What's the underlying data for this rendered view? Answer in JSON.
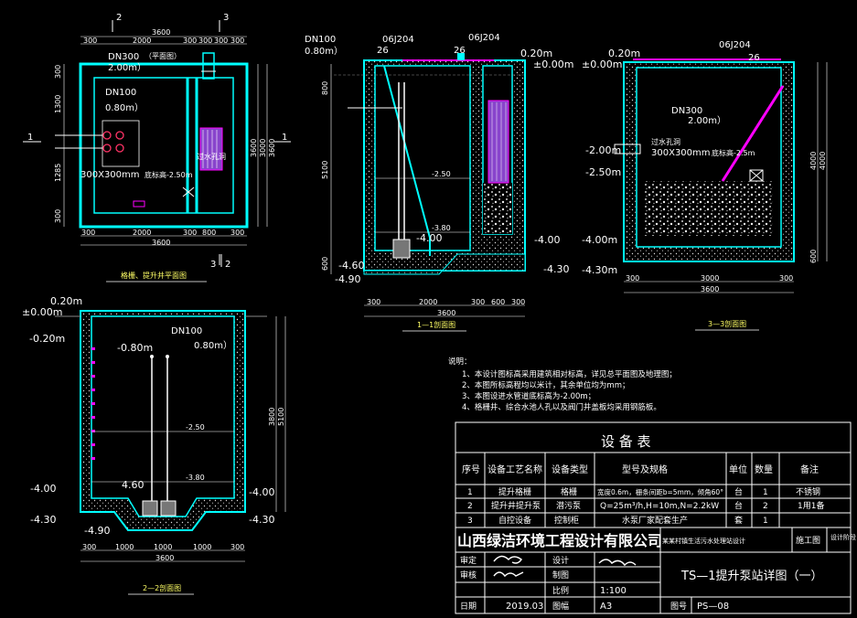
{
  "plan": {
    "title": "格栅、提升井平面图",
    "dims_top": [
      "300",
      "2000",
      "300",
      "300",
      "300",
      "300",
      "3600"
    ],
    "dims_bottom": [
      "300",
      "2000",
      "300",
      "800",
      "300",
      "3600"
    ],
    "dims_left": [
      "300",
      "1300",
      "1285",
      "300"
    ],
    "dims_right": [
      "3600",
      "3000",
      "3600"
    ],
    "pipe_label": "DN300",
    "pipe_note": "（平面图）",
    "pipe_level": "2.00m）",
    "outlet_label": "DN100",
    "outlet_level": "0.80m）",
    "opening": "300X300mm",
    "opening_level": "底标高-2.50m",
    "grille": "过水孔洞",
    "section_marks": [
      "1",
      "1",
      "2",
      "2",
      "3",
      "3"
    ]
  },
  "section11": {
    "title": "1—1剖面图",
    "pipe_label": "DN100",
    "pipe_level": "0.80m）",
    "ref_top": [
      "06J204",
      "06J204"
    ],
    "ref_num": [
      "26",
      "26"
    ],
    "level_top": "0.20m",
    "level_ground": "±0.00m",
    "level_mid": "-2.50",
    "level_low": "-3.80",
    "level_floor": "-4.00",
    "level_right_floor": "-4.00",
    "level_pit": "-4.60",
    "level_base": "-4.90",
    "level_base2": "-4.30",
    "dims_left": [
      "800",
      "5100",
      "600"
    ],
    "dims_bottom": [
      "300",
      "2000",
      "300",
      "600",
      "300",
      "3600"
    ]
  },
  "section33": {
    "title": "3—3剖面图",
    "ref_top": "06J204",
    "ref_num": "26",
    "level_top": "0.20m",
    "level_ground": "±0.00m",
    "level_pipe": "-2.00m",
    "level_opening": "-2.50m",
    "level_floor": "-4.00m",
    "level_base": "-4.30m",
    "pipe_label": "DN300",
    "pipe_level": "2.00m）",
    "opening": "300X300mm",
    "opening_level": "底标高-2.5m",
    "grille": "过水孔洞",
    "dims_right": [
      "4000",
      "600",
      "4000"
    ],
    "dims_bottom": [
      "300",
      "3000",
      "300",
      "3600"
    ]
  },
  "section22": {
    "title": "2—2剖面图",
    "level_top": "0.20m",
    "level_ground": "±0.00m",
    "level_ground2": "-0.20m",
    "level_pipe": "-0.80m",
    "outlet_label": "DN100",
    "outlet_level": "0.80m）",
    "level_mid": "-2.50",
    "level_low": "-3.80",
    "level_pit": "4.60",
    "level_floor_l": "-4.00",
    "level_floor_r": "-4.00",
    "level_base_l": "-4.30",
    "level_base_r": "-4.30",
    "level_sump": "-4.90",
    "dims_right": [
      "3800",
      "5100"
    ],
    "dims_bottom": [
      "300",
      "1000",
      "1000",
      "1000",
      "300",
      "3600"
    ]
  },
  "notes": {
    "title": "说明：",
    "lines": [
      "1、本设计图标高采用建筑相对标高，详见总平面图及地理图；",
      "2、本图所标高程均以米计，其余单位均为mm；",
      "3、本图设进水管道底标高为-2.00m；",
      "4、格栅井、综合水池人孔以及阀门井盖板均采用钢筋板。"
    ]
  },
  "equipment": {
    "title": "设 备 表",
    "headers": [
      "序号",
      "设备工艺名称",
      "设备类型",
      "型号及规格",
      "单位",
      "数量",
      "备注"
    ],
    "rows": [
      [
        "1",
        "提升格栅",
        "格栅",
        "宽度0.6m，栅条间距b=5mm，倾角60°",
        "台",
        "1",
        "不锈钢"
      ],
      [
        "2",
        "提升井提升泵",
        "潜污泵",
        "Q=25m³/h,H=10m,N=2.2kW",
        "台",
        "2",
        "1用1备"
      ],
      [
        "3",
        "自控设备",
        "控制柜",
        "水泵厂家配套生产",
        "套",
        "1",
        ""
      ]
    ]
  },
  "titleblock": {
    "company": "山西绿洁环境工程设计有限公司",
    "project": "某某村镇生活污水处理站设计",
    "stage": "施工图",
    "stage_label": "设计阶段",
    "drawing_title": "TS—1提升泵站详图（一）",
    "row_labels": [
      "审定",
      "审核",
      "日期"
    ],
    "col_labels": [
      "设计",
      "制图",
      "比例",
      "图幅"
    ],
    "date": "2019.03",
    "scale": "1:100",
    "size": "A3",
    "drawing_no_label": "图号",
    "drawing_no": "PS—08"
  }
}
